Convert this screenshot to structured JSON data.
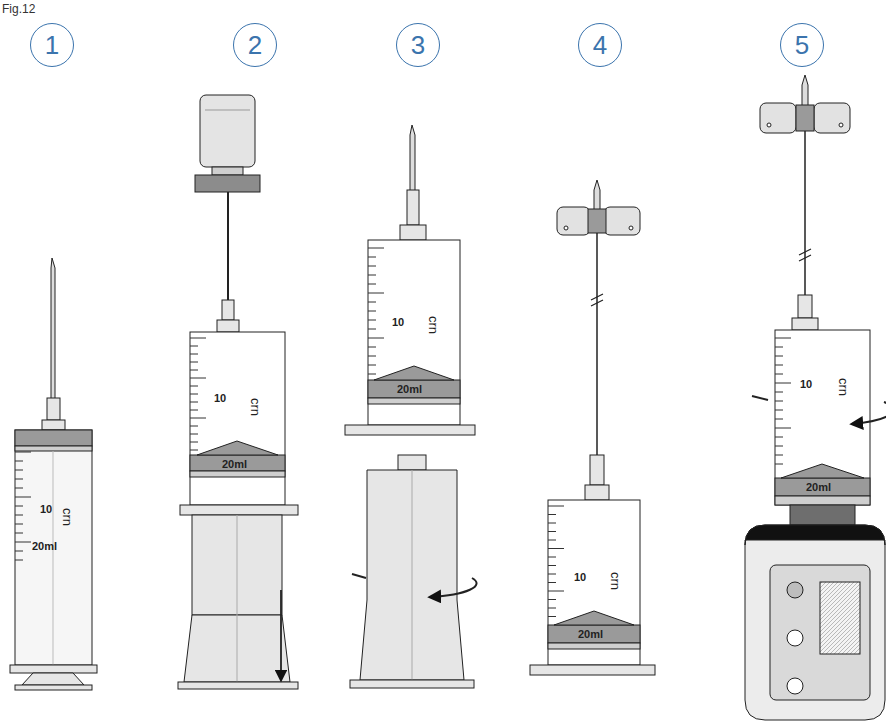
{
  "diagram": {
    "nodes": [
      {
        "text": [
          "1"
        ]
      },
      {
        "text": [
          "2"
        ]
      },
      {
        "text": [
          "3"
        ]
      },
      {
        "text": [
          "4"
        ]
      },
      {
        "text": [
          "5"
        ]
      }
    ],
    "labels": [
      "Fig.12",
      "10",
      "crn",
      "20ml",
      "10",
      "crn",
      "20ml",
      "10",
      "crn",
      "20ml",
      "10",
      "crn",
      "20ml",
      "10",
      "crn",
      "20ml"
    ]
  }
}
